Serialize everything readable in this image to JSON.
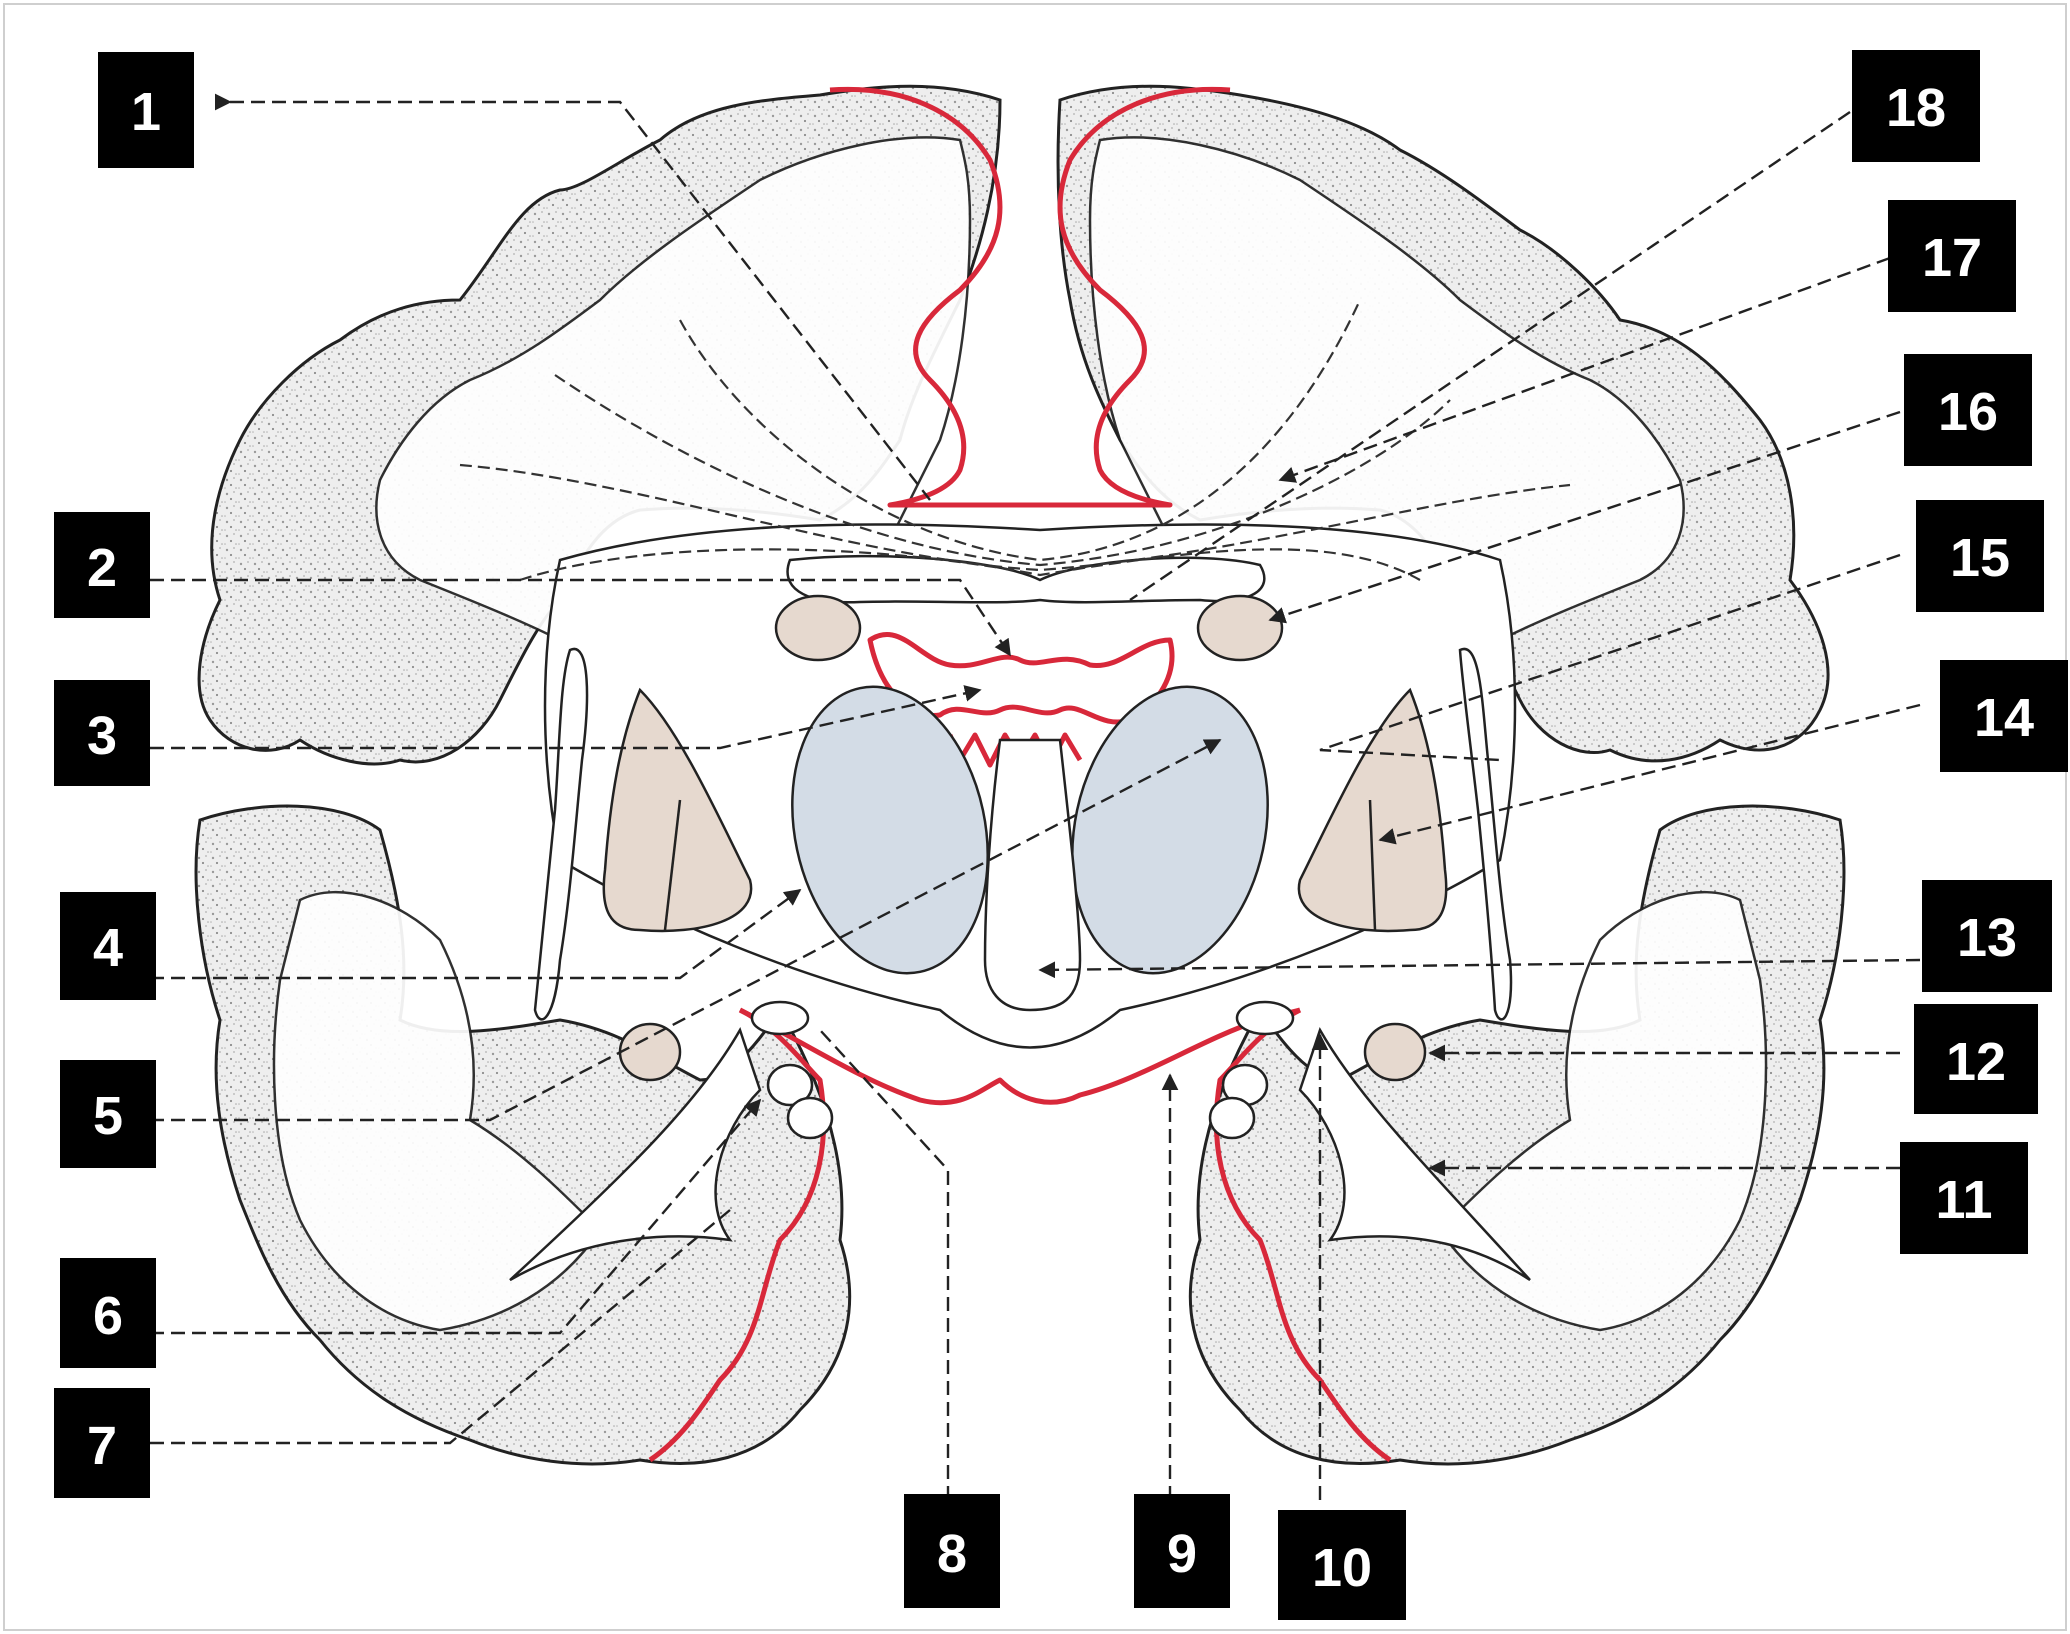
{
  "labels": [
    "1",
    "2",
    "3",
    "4",
    "5",
    "6",
    "7",
    "8",
    "9",
    "10",
    "11",
    "12",
    "13",
    "14",
    "15",
    "16",
    "17",
    "18"
  ],
  "colors": {
    "pia_mater": "#d8283a",
    "nucleus_fill": "#e6d9cf",
    "thalamus_fill": "#d3dce6",
    "label_box": "#000000",
    "label_text": "#ffffff"
  }
}
